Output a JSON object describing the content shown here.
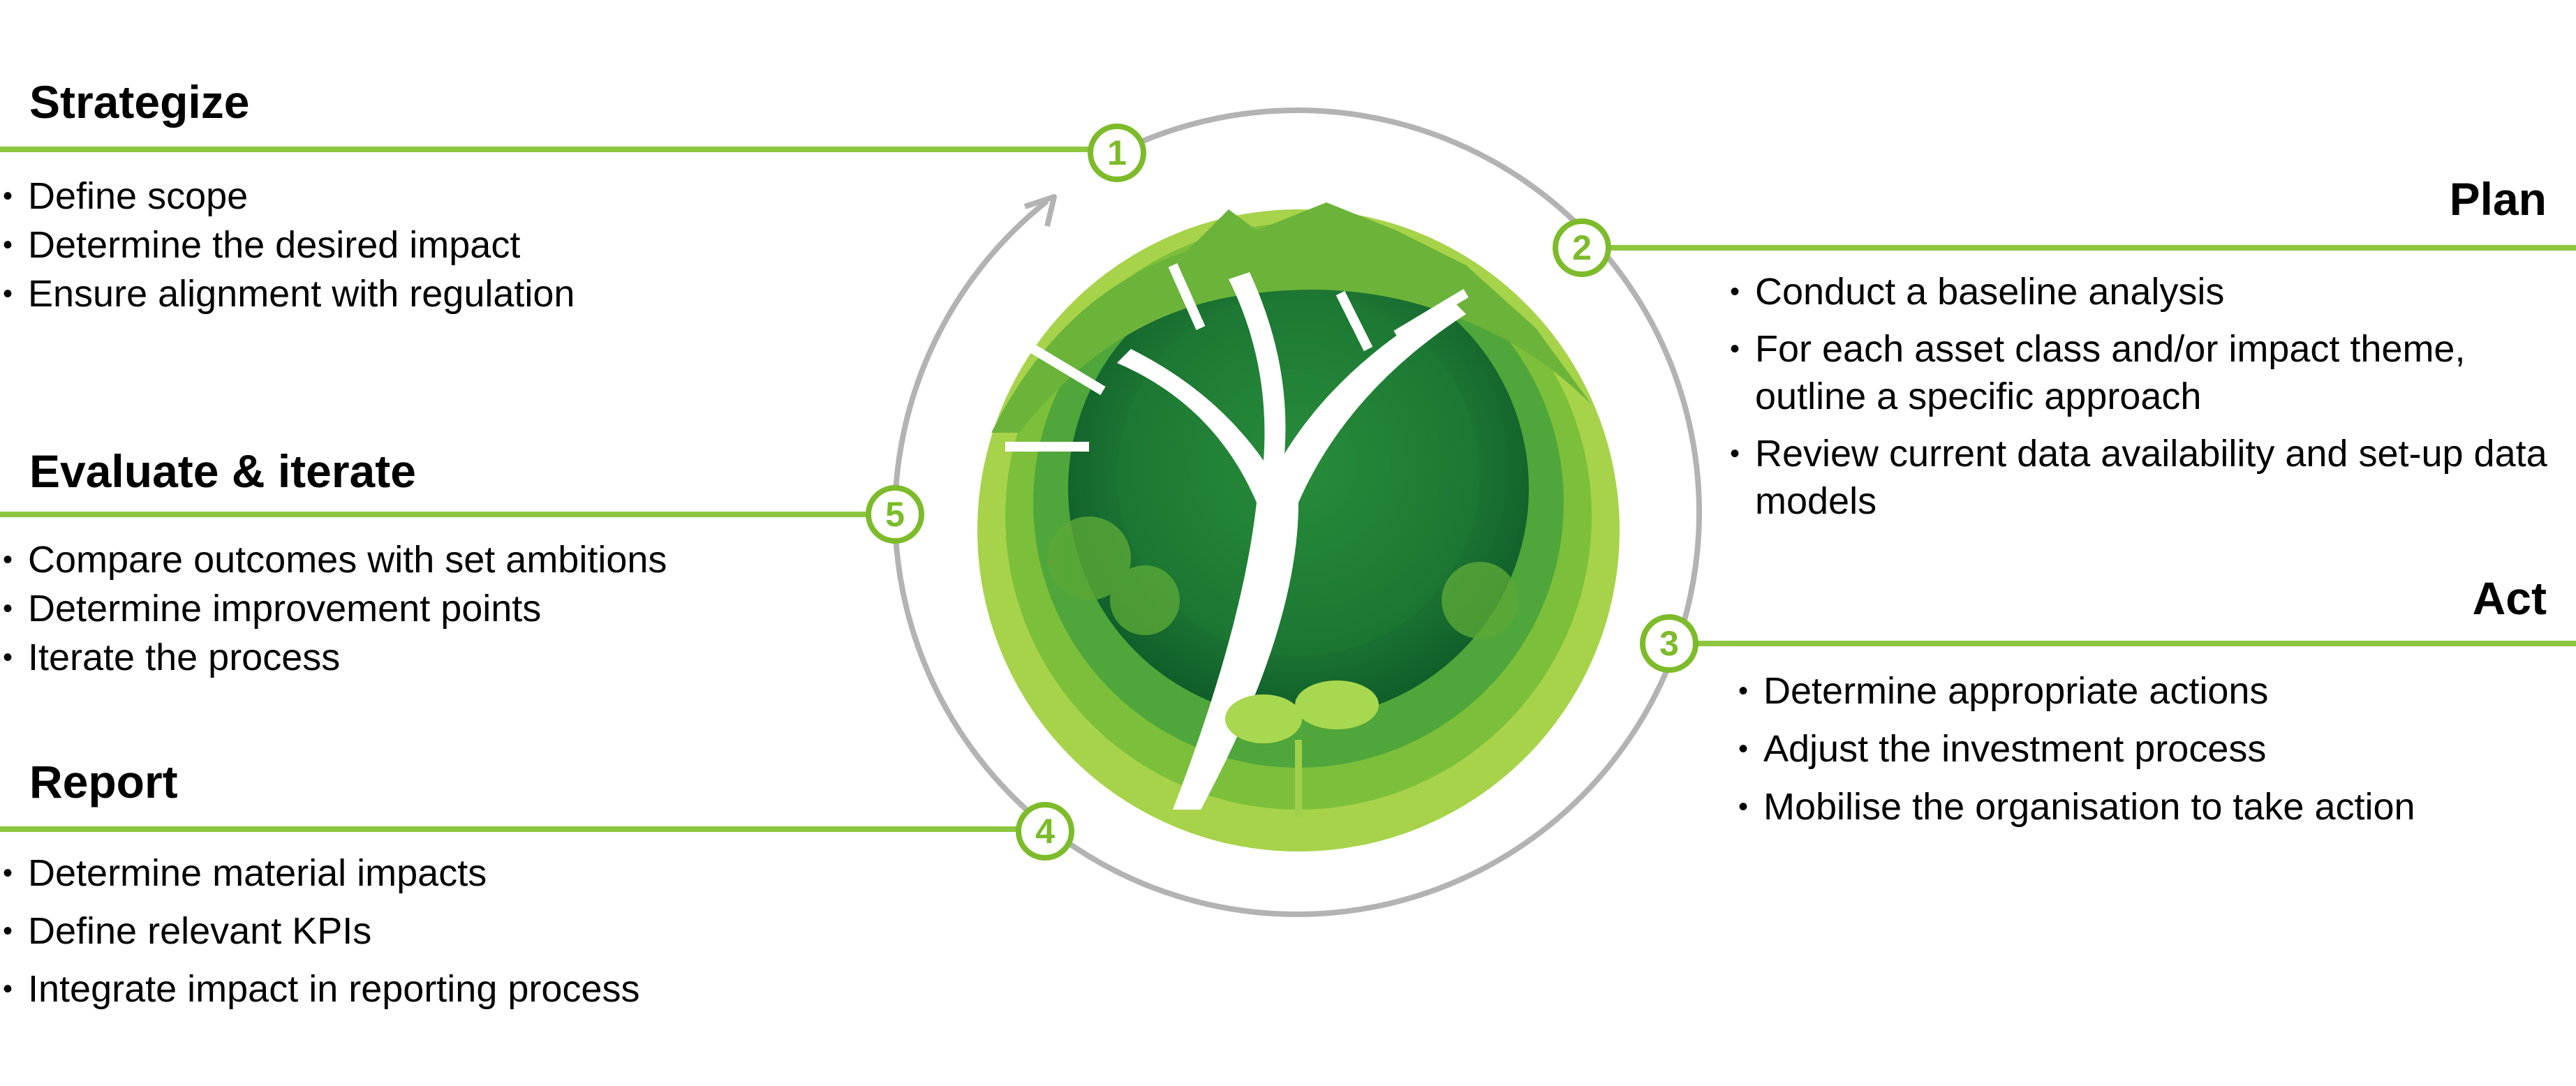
{
  "steps": [
    {
      "number": "1",
      "title": "Strategize",
      "bullets": [
        "Define scope",
        "Determine the desired impact",
        "Ensure alignment with regulation"
      ]
    },
    {
      "number": "2",
      "title": "Plan",
      "bullets": [
        "Conduct a baseline analysis",
        "For each asset class and/or impact theme, outline a specific approach",
        "Review current data availability and set-up data models"
      ]
    },
    {
      "number": "3",
      "title": "Act",
      "bullets": [
        "Determine appropriate actions",
        "Adjust the investment process",
        "Mobilise the organisation to take action"
      ]
    },
    {
      "number": "4",
      "title": "Report",
      "bullets": [
        "Determine material impacts",
        "Define relevant KPIs",
        "Integrate impact in reporting process"
      ]
    },
    {
      "number": "5",
      "title": "Evaluate & iterate",
      "bullets": [
        "Compare outcomes with set ambitions",
        "Determine improvement points",
        "Iterate the process"
      ]
    }
  ],
  "colors": {
    "accent": "#7dbb2a",
    "line": "#8cc63f",
    "cycle": "#b3b3b3"
  }
}
